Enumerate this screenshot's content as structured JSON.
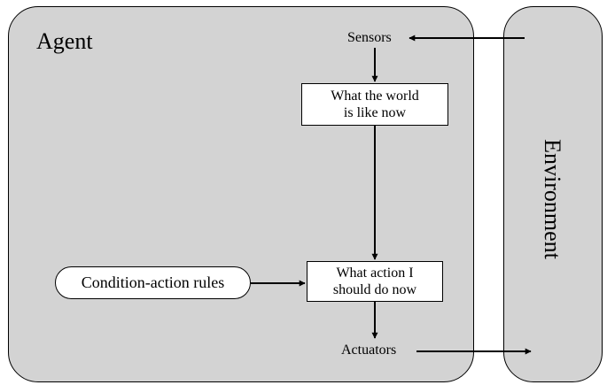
{
  "diagram": {
    "agent_label": "Agent",
    "environment_label": "Environment",
    "sensors_label": "Sensors",
    "actuators_label": "Actuators",
    "world_state_box": {
      "line1": "What the world",
      "line2": "is like now"
    },
    "action_box": {
      "line1": "What action I",
      "line2": "should do now"
    },
    "rules_label": "Condition-action rules",
    "colors": {
      "panel_fill": "#d3d3d3",
      "box_fill": "#ffffff",
      "stroke": "#000000"
    }
  }
}
